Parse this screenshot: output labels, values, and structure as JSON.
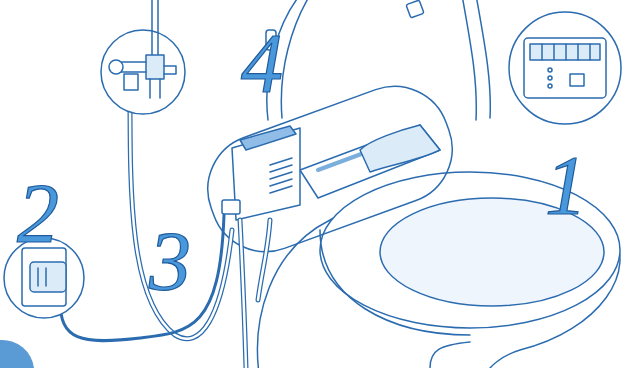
{
  "diagram": {
    "labels": [
      "4",
      "2",
      "3",
      "1"
    ]
  }
}
